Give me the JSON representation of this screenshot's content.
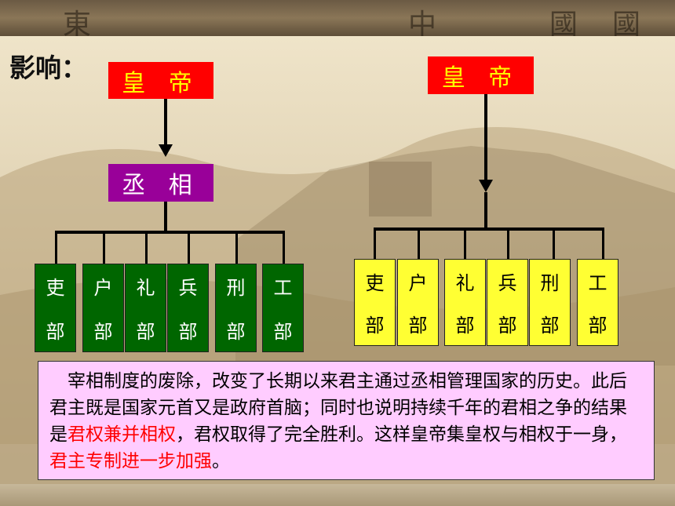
{
  "watermark": [
    "東",
    "中",
    "國",
    "國"
  ],
  "title": "影响：",
  "left": {
    "emperor": "皇 帝",
    "chancellor": "丞 相",
    "departments": [
      {
        "top": "吏",
        "bottom": "部"
      },
      {
        "top": "户",
        "bottom": "部"
      },
      {
        "top": "礼",
        "bottom": "部"
      },
      {
        "top": "兵",
        "bottom": "部"
      },
      {
        "top": "刑",
        "bottom": "部"
      },
      {
        "top": "工",
        "bottom": "部"
      }
    ]
  },
  "right": {
    "emperor": "皇 帝",
    "departments": [
      {
        "top": "吏",
        "bottom": "部"
      },
      {
        "top": "户",
        "bottom": "部"
      },
      {
        "top": "礼",
        "bottom": "部"
      },
      {
        "top": "兵",
        "bottom": "部"
      },
      {
        "top": "刑",
        "bottom": "部"
      },
      {
        "top": "工",
        "bottom": "部"
      }
    ]
  },
  "note": {
    "p1": "　宰相制度的废除，改变了长期以来君主通过丞相管理国家的历史。此后君主既是国家元首又是政府首脑；同时也说明持续千年的君相之争的结果是",
    "h1": "君权兼并相权",
    "p2": "，君权取得了完全胜利。这样皇帝集皇权与相权于一身，",
    "h2": "君主专制进一步加强",
    "p3": "。"
  },
  "colors": {
    "emperor_bg": "#ff0000",
    "emperor_text": "#ffff00",
    "chancellor_bg": "#990099",
    "dept_left_bg": "#006600",
    "dept_right_bg": "#ffff33",
    "note_bg": "#ffccff",
    "highlight": "#ff0000"
  }
}
